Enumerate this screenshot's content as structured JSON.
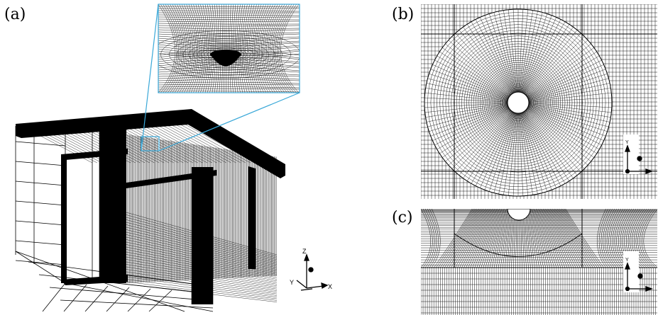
{
  "panels": {
    "a": {
      "label": "(a)"
    },
    "b": {
      "label": "(b)"
    },
    "c": {
      "label": "(c)"
    }
  },
  "axes_triad_a": {
    "z": "Z",
    "y": "Y",
    "x": "X"
  },
  "axes_triad_b": {
    "y": "Y"
  },
  "axes_triad_c": {
    "y": "Y"
  },
  "colors": {
    "mesh": "#000000",
    "callout": "#3aa8d8",
    "background": "#ffffff"
  }
}
